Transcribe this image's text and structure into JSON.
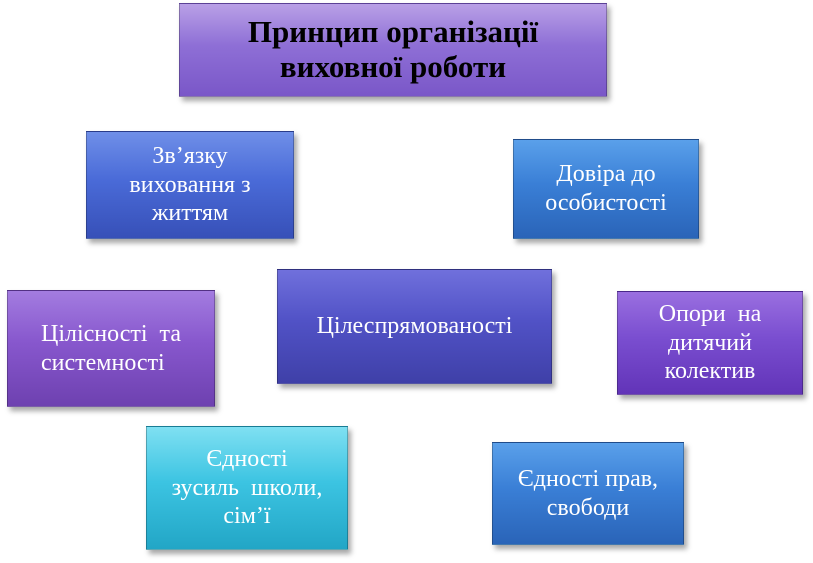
{
  "title": [
    "Принцип організації",
    "виховної роботи"
  ],
  "boxes": {
    "zviazok": [
      "Зв’язку",
      "виховання з",
      "життям"
    ],
    "dovira": [
      "Довіра до",
      "особистості"
    ],
    "tsilisnist": [
      "Цілісності  та",
      "системності"
    ],
    "tsilespriamovanist": [
      "Цілеспрямованості"
    ],
    "opora": [
      "Опори  на",
      "дитячий",
      "колектив"
    ],
    "yednist_zusyl": [
      "Єдності",
      "зусиль  школи,",
      "сім’ї"
    ],
    "yednist_prav": [
      "Єдності прав,",
      "свободи"
    ]
  },
  "colors": {
    "title_bg": "#8e6fd6",
    "blue_box": "#4a6bd8",
    "indigo_box": "#5152c6",
    "violet_box": "#8757cd",
    "cyan_box": "#3cc4e2",
    "light_blue_box": "#3a7fd6"
  }
}
